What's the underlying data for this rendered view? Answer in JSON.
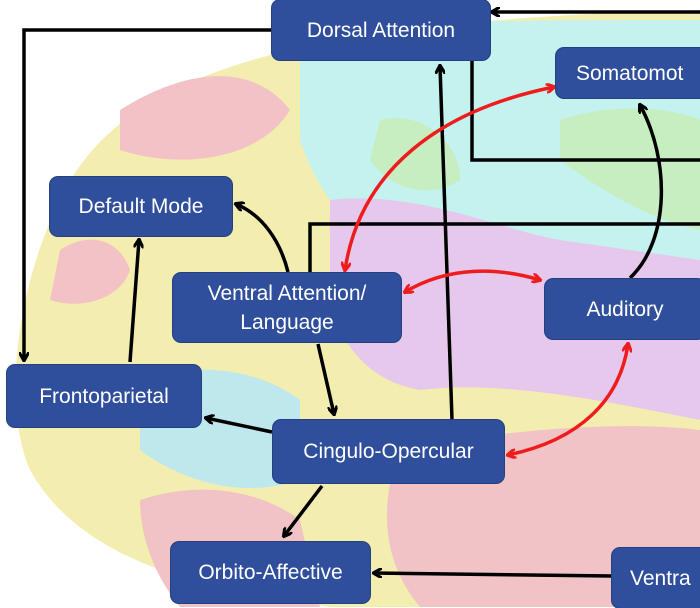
{
  "nodes": {
    "dorsal_attention": "Dorsal Attention",
    "somatomotor": "Somatomot",
    "default_mode": "Default Mode",
    "ventral_attention_line1": "Ventral Attention/",
    "ventral_attention_line2": "Language",
    "auditory": "Auditory",
    "frontoparietal": "Frontoparietal",
    "cingulo_opercular": "Cingulo-Opercular",
    "orbito_affective": "Orbito-Affective",
    "ventral": "Ventra"
  },
  "colors": {
    "node_fill": "#2f4e9b",
    "directed_arrow": "#000000",
    "bidirectional_arrow": "#ee1c1c"
  }
}
